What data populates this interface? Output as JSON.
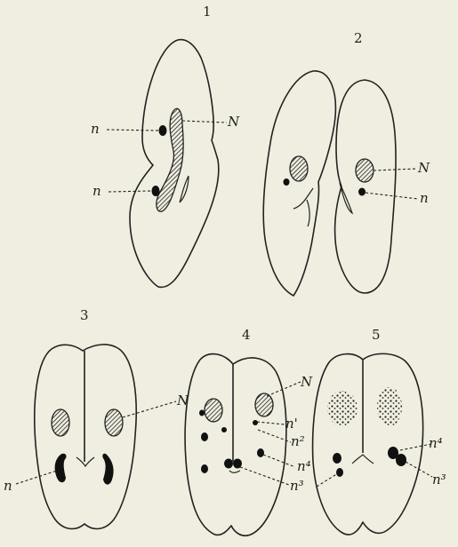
{
  "figures": [
    {
      "number": "1",
      "labels": [
        "n",
        "N",
        "n"
      ]
    },
    {
      "number": "2",
      "labels": [
        "N",
        "n"
      ]
    },
    {
      "number": "3",
      "labels": [
        "N",
        "n"
      ]
    },
    {
      "number": "4",
      "labels": [
        "N",
        "n'",
        "n²",
        "n⁴",
        "n³"
      ]
    },
    {
      "number": "5",
      "labels": [
        "n⁴",
        "n³"
      ]
    }
  ]
}
